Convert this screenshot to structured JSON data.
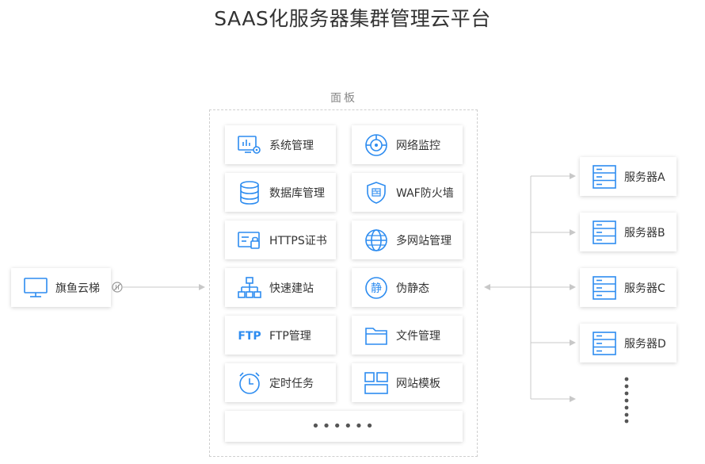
{
  "title": "SAAS化服务器集群管理云平台",
  "panel": {
    "label": "面板",
    "items": [
      {
        "label": "系统管理",
        "icon": "system-settings-icon"
      },
      {
        "label": "网络监控",
        "icon": "network-monitor-icon"
      },
      {
        "label": "数据库管理",
        "icon": "database-icon"
      },
      {
        "label": "WAF防火墙",
        "icon": "shield-icon"
      },
      {
        "label": "HTTPS证书",
        "icon": "certificate-icon"
      },
      {
        "label": "多网站管理",
        "icon": "globe-icon"
      },
      {
        "label": "快速建站",
        "icon": "sitemap-icon"
      },
      {
        "label": "伪静态",
        "icon": "static-icon"
      },
      {
        "label": "FTP管理",
        "icon": "ftp-icon"
      },
      {
        "label": "文件管理",
        "icon": "folder-icon"
      },
      {
        "label": "定时任务",
        "icon": "alarm-clock-icon"
      },
      {
        "label": "网站模板",
        "icon": "template-icon"
      }
    ],
    "more": "••••••"
  },
  "client": {
    "label": "旗鱼云梯",
    "icon": "monitor-icon"
  },
  "ftp_icon_text": "FTP",
  "static_icon_text": "静",
  "servers": [
    {
      "label": "服务器A"
    },
    {
      "label": "服务器B"
    },
    {
      "label": "服务器C"
    },
    {
      "label": "服务器D"
    }
  ],
  "colors": {
    "accent": "#2d8cf0",
    "line": "#c8c8c8",
    "text": "#333333"
  }
}
